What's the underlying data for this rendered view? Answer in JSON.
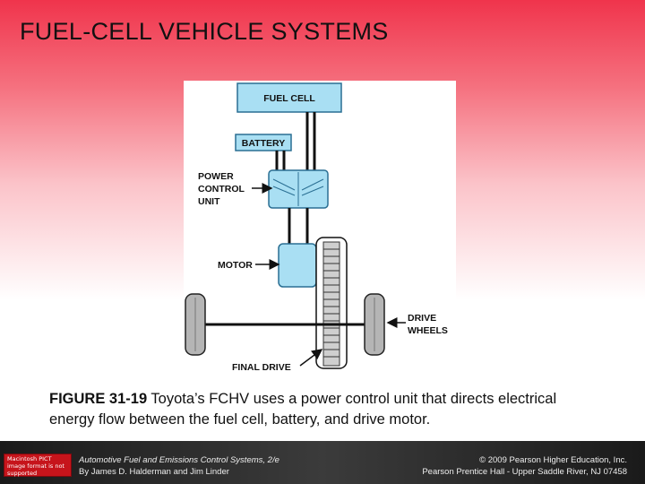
{
  "slide": {
    "title": "FUEL-CELL VEHICLE SYSTEMS"
  },
  "diagram": {
    "fuel_cell_label": "FUEL CELL",
    "battery_label": "BATTERY",
    "power_control_label_lines": [
      "POWER",
      "CONTROL",
      "UNIT"
    ],
    "motor_label": "MOTOR",
    "drive_wheels_label_lines": [
      "DRIVE",
      "WHEELS"
    ],
    "final_drive_label": "FINAL DRIVE",
    "colors": {
      "component_fill": "#a9dff3",
      "component_stroke": "#2a6f93",
      "gear_fill": "#cfcfcf",
      "wheel_fill": "#b5b5b5"
    }
  },
  "caption": {
    "figure_number": "FIGURE 31-19",
    "text": " Toyota’s FCHV uses a power control unit that directs electrical energy flow between the fuel cell, battery, and drive motor."
  },
  "footer": {
    "badge_text": "Macintosh PICT image format is not supported",
    "book_title": "Automotive Fuel and Emissions Control Systems, 2/e",
    "authors": "By James D. Halderman and Jim Linder",
    "copyright": "© 2009 Pearson Higher Education, Inc.",
    "publisher": "Pearson Prentice Hall - Upper Saddle River, NJ 07458"
  }
}
